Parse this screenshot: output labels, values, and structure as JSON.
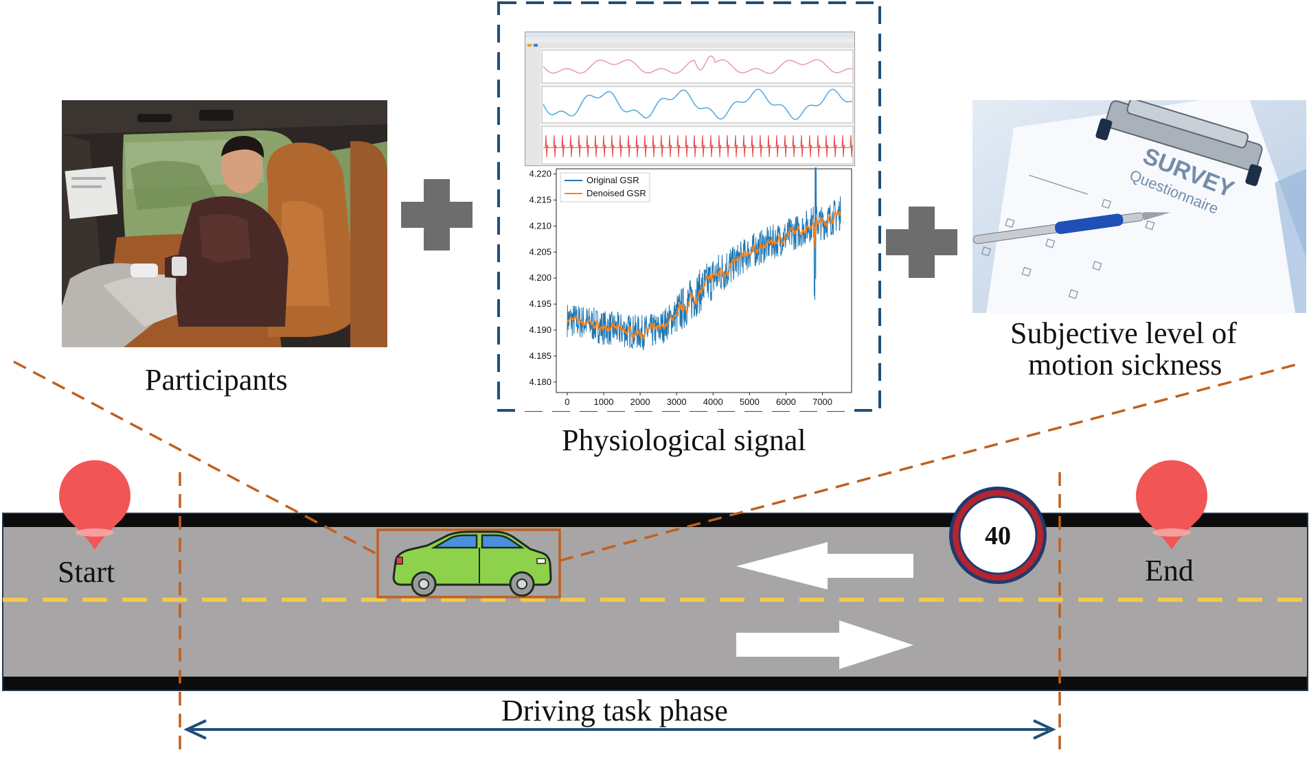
{
  "labels": {
    "participants": "Participants",
    "physiological": "Physiological signal",
    "subjective_line1": "Subjective level of",
    "subjective_line2": "motion sickness",
    "start": "Start",
    "end": "End",
    "phase": "Driving task phase",
    "speed_limit": "40"
  },
  "survey": {
    "title": "SURVEY",
    "subtitle": "Questionnaire"
  },
  "colors": {
    "dash_orange": "#c0601e",
    "frame_blue": "#1f4e79",
    "road_gray": "#a7a5a5",
    "lane_yellow": "#f2c94c",
    "pin_red": "#f25555",
    "plus_gray": "#6d6d6d",
    "car_green": "#8dd24a",
    "gsr_blue": "#1f77b4",
    "gsr_orange": "#ff7f0e",
    "sign_red": "#b5242f"
  },
  "chart_data": {
    "type": "line",
    "title": "",
    "xlabel": "",
    "ylabel": "",
    "xlim": [
      -300,
      7800
    ],
    "ylim": [
      4.178,
      4.221
    ],
    "xticks": [
      0,
      1000,
      2000,
      3000,
      4000,
      5000,
      6000,
      7000
    ],
    "yticks": [
      4.18,
      4.185,
      4.19,
      4.195,
      4.2,
      4.205,
      4.21,
      4.215,
      4.22
    ],
    "legend_position": "top-left",
    "series": [
      {
        "name": "Original GSR",
        "color": "#1f77b4",
        "trend_x": [
          0,
          500,
          1000,
          1500,
          2000,
          2500,
          3000,
          3500,
          4000,
          4500,
          5000,
          5500,
          6000,
          6500,
          6800,
          7000,
          7500
        ],
        "trend_y": [
          4.192,
          4.1915,
          4.1905,
          4.19,
          4.1895,
          4.19,
          4.193,
          4.1965,
          4.2,
          4.2025,
          4.205,
          4.2065,
          4.208,
          4.2095,
          4.211,
          4.2105,
          4.2125
        ],
        "noise_amplitude": 0.0045
      },
      {
        "name": "Denoised GSR",
        "color": "#ff7f0e",
        "trend_x": [
          0,
          500,
          1000,
          1500,
          2000,
          2500,
          3000,
          3500,
          4000,
          4500,
          5000,
          5500,
          6000,
          6500,
          6800,
          7000,
          7500
        ],
        "trend_y": [
          4.192,
          4.1915,
          4.1905,
          4.19,
          4.1895,
          4.19,
          4.193,
          4.1965,
          4.2,
          4.2025,
          4.205,
          4.2065,
          4.208,
          4.2095,
          4.211,
          4.2105,
          4.2125
        ],
        "noise_amplitude": 0.0008
      }
    ]
  }
}
